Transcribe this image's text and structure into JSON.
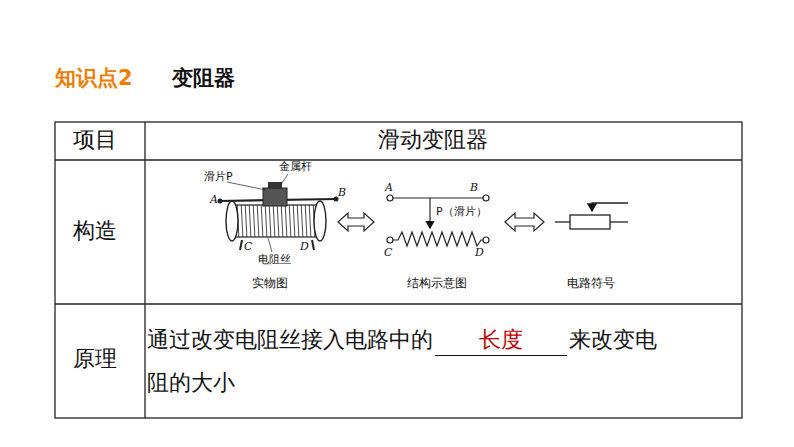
{
  "diagram": {
    "title": "变阻器",
    "labels": [
      "知识点2",
      "项目",
      "滑动变阻器",
      "构造",
      "原理",
      "滑片P",
      "金属杆",
      "A",
      "B",
      "C",
      "D",
      "电阻丝",
      "实物图",
      "A",
      "B",
      "P（滑片）",
      "C",
      "D",
      "结构示意图",
      "电路符号",
      "通过改变电阻丝接入电路中的",
      "长度",
      "来改变电阻的大小"
    ]
  }
}
